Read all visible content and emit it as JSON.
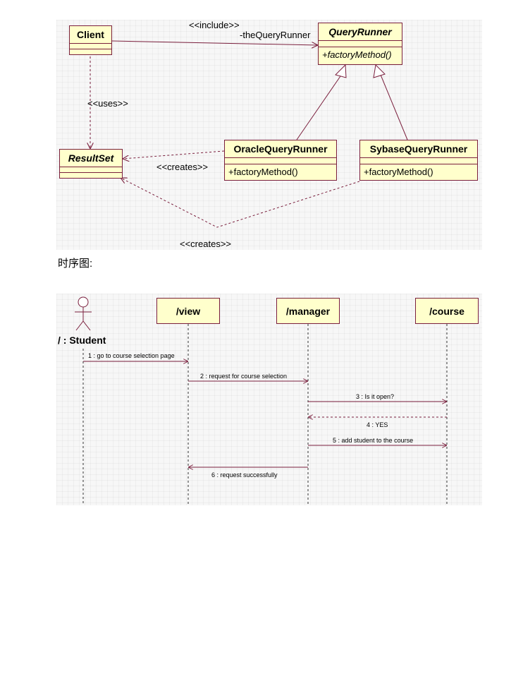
{
  "class_diagram": {
    "classes": {
      "client": {
        "name": "Client"
      },
      "query_runner": {
        "name": "QueryRunner",
        "operation": "+factoryMethod()"
      },
      "result_set": {
        "name": "ResultSet"
      },
      "oracle": {
        "name": "OracleQueryRunner",
        "operation": "+factoryMethod()"
      },
      "sybase": {
        "name": "SybaseQueryRunner",
        "operation": "+factoryMethod()"
      }
    },
    "labels": {
      "include": "<<include>>",
      "role": "-theQueryRunner",
      "uses": "<<uses>>",
      "creates_oracle": "<<creates>>",
      "creates_sybase": "<<creates>>"
    }
  },
  "caption": "时序图:",
  "sequence_diagram": {
    "actor": "/ : Student",
    "lifelines": {
      "view": "/view",
      "manager": "/manager",
      "course": "/course"
    },
    "messages": [
      "1 : go to course selection page",
      "2 : request for course selection",
      "3 : Is it open?",
      "4 : YES",
      "5 : add student to the course",
      "6 : request successfully"
    ]
  },
  "colors": {
    "stroke": "#7a1f3d",
    "box_fill": "#ffffcc",
    "panel": "#f7f7f7"
  }
}
